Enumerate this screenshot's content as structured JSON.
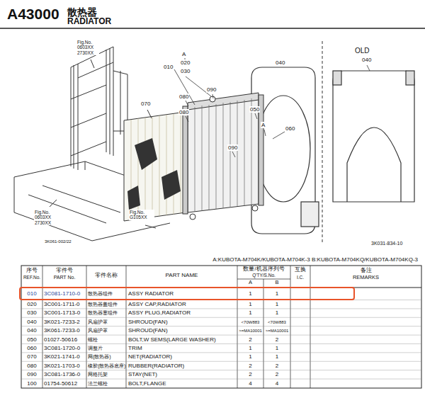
{
  "diagram": {
    "title": "A43000",
    "labels": [
      "散热器",
      "RADIATOR",
      "Fig.No. 0603XX 2730XX",
      "A",
      "010",
      "020",
      "030",
      "040",
      "OLD",
      "040",
      "090",
      "080",
      "080",
      "070",
      "050",
      "A",
      "060",
      "090",
      "Fig.No. 0603XX 2730XX",
      "Fig.No. G105XX",
      "3K061-002/22",
      "3K031-834-10",
      "A:KUBOTA-M704K/KUBOTA-M704K-3 B:KUBOTA-M704KQ/KUBOTA-M704KQ-3",
      "序号",
      "REF.No.",
      "零件号",
      "PART No.",
      "零件名称",
      "PART NAME",
      "数量/机器序列号",
      "Q'TY/S.No.",
      "A",
      "B",
      "互换",
      "I.C.",
      "备注",
      "REMARKS",
      "010",
      "3C081-1710-0",
      "散热器组件",
      "ASSY RADIATOR",
      "1",
      "1",
      "020",
      "3C001-1711-0",
      "散热器盖组件",
      "ASSY CAP,RADIATOR",
      "1",
      "1",
      "030",
      "3C001-1713-0",
      "散热器塞组件",
      "ASSY PLUG,RADIATOR",
      "1",
      "1",
      "040",
      "3K021-7233-2",
      "风扇护罩",
      "SHROUD(FAN)",
      "<70W883",
      "<70W883",
      "040",
      "3K061-7233-0",
      "风扇护罩",
      "SHROUD(FAN)",
      ">=MA10001",
      ">=MA10001",
      "050",
      "01027-50616",
      "螺栓",
      "BOLT,W SEMS(LARGE WASHER)",
      "2",
      "2",
      "060",
      "3C081-1720-0",
      "调整片",
      "TRIM",
      "1",
      "1",
      "070",
      "3K021-1741-0",
      "网(散热器)",
      "NET(RADIATOR)",
      "1",
      "1",
      "080",
      "3K021-1703-0",
      "橡胶(散热器底座)",
      "RUBBER(RADIATOR)",
      "2",
      "2",
      "090",
      "3C081-1736-0",
      "网格托架",
      "STAY(NET)",
      "2",
      "2",
      "100",
      "01754-50612",
      "法兰螺栓",
      "BOLT,FLANGE",
      "4",
      "4"
    ]
  }
}
